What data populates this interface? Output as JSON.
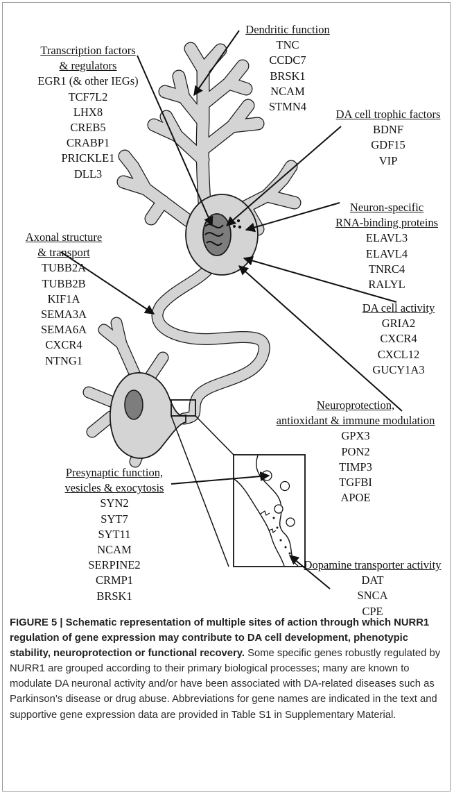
{
  "figure": {
    "groups": {
      "dendritic": {
        "headings": [
          "Dendritic function"
        ],
        "genes": [
          "TNC",
          "CCDC7",
          "BRSK1",
          "NCAM",
          "STMN4"
        ]
      },
      "transcription": {
        "headings": [
          "Transcription factors",
          "& regulators"
        ],
        "genes": [
          "EGR1 (& other IEGs)",
          "TCF7L2",
          "LHX8",
          "CREB5",
          "CRABP1",
          "PRICKLE1",
          "DLL3"
        ]
      },
      "trophic": {
        "headings": [
          "DA cell trophic factors"
        ],
        "genes": [
          "BDNF",
          "GDF15",
          "VIP"
        ]
      },
      "rnabinding": {
        "headings": [
          "Neuron-specific",
          "RNA-binding proteins"
        ],
        "genes": [
          "ELAVL3",
          "ELAVL4",
          "TNRC4",
          "RALYL"
        ]
      },
      "axonal": {
        "headings": [
          "Axonal structure",
          "& transport"
        ],
        "genes": [
          "TUBB2A",
          "TUBB2B",
          "KIF1A",
          "SEMA3A",
          "SEMA6A",
          "CXCR4",
          "NTNG1"
        ]
      },
      "activity": {
        "headings": [
          "DA cell activity"
        ],
        "genes": [
          "GRIA2",
          "CXCR4",
          "CXCL12",
          "GUCY1A3"
        ]
      },
      "neuroprotection": {
        "headings": [
          "Neuroprotection,",
          "antioxidant & immune modulation"
        ],
        "genes": [
          "GPX3",
          "PON2",
          "TIMP3",
          "TGFBI",
          "APOE"
        ]
      },
      "presynaptic": {
        "headings": [
          "Presynaptic function,",
          "vesicles & exocytosis"
        ],
        "genes": [
          "SYN2",
          "SYT7",
          "SYT11",
          "NCAM",
          "SERPINE2",
          "CRMP1",
          "BRSK1"
        ]
      },
      "transporter": {
        "headings": [
          "Dopamine transporter activity"
        ],
        "genes": [
          "DAT",
          "SNCA",
          "CPE"
        ]
      }
    }
  },
  "caption": {
    "bold": "FIGURE 5 | Schematic representation of multiple sites of action through which NURR1 regulation of gene expression may contribute to DA cell development, phenotypic stability, neuroprotection or functional recovery.",
    "text": " Some specific genes robustly regulated by NURR1 are grouped according to their primary biological processes; many are known to modulate DA neuronal activity and/or have been associated with DA-related diseases such as Parkinson’s disease or drug abuse. Abbreviations for gene names are indicated in the text and supportive gene expression data are provided in Table S1 in Supplementary Material."
  }
}
